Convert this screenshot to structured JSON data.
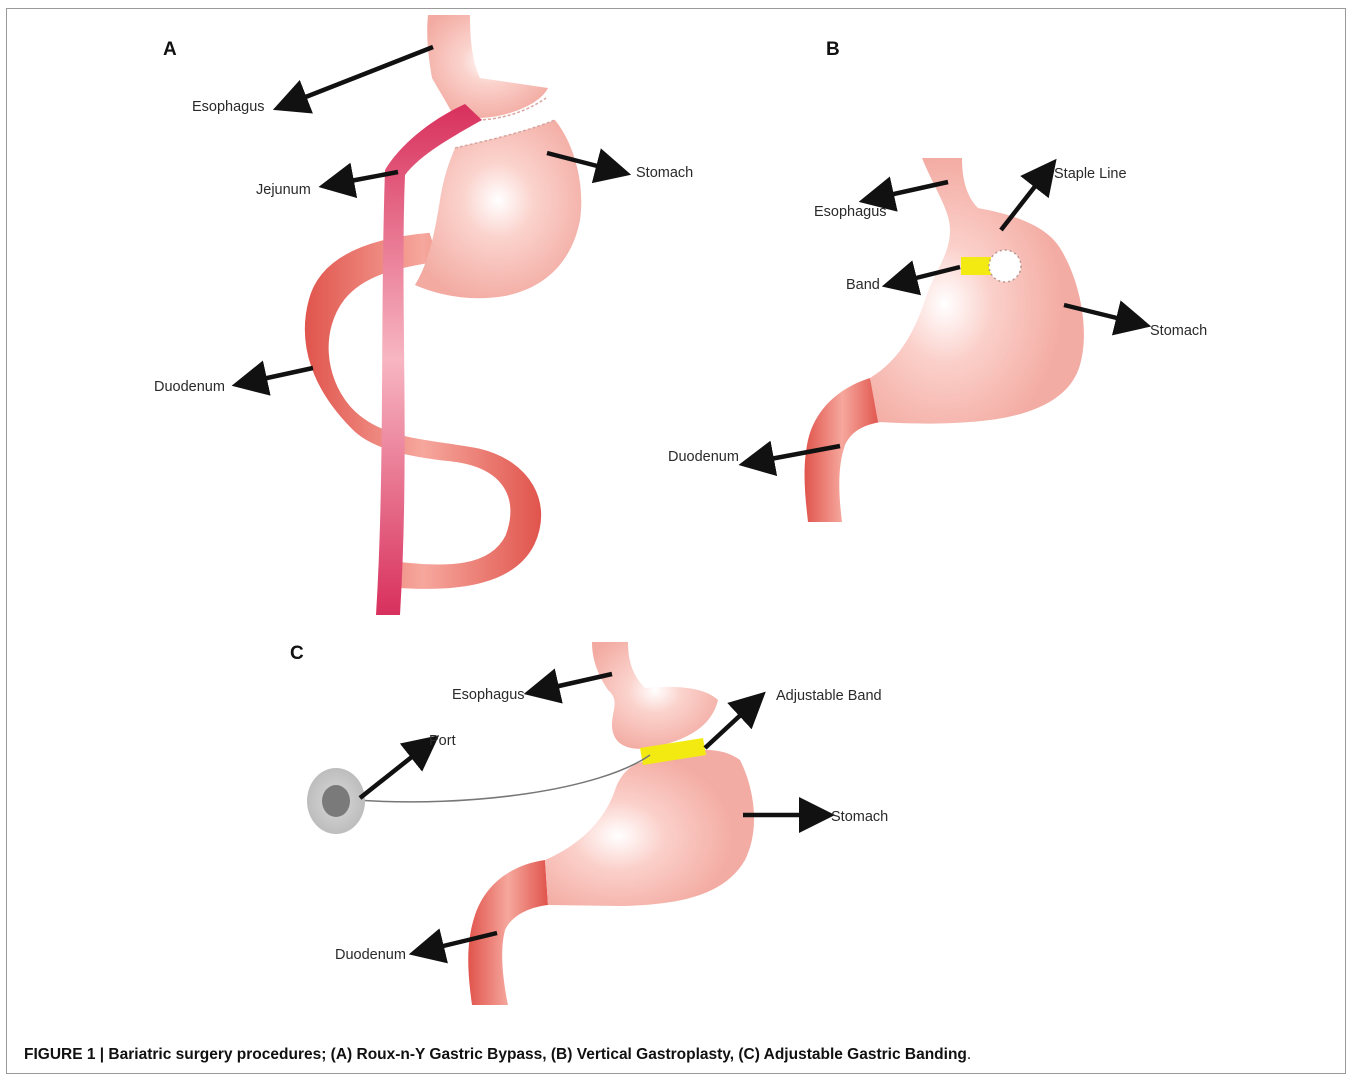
{
  "panels": {
    "a": {
      "letter": "A",
      "labels": {
        "esophagus": "Esophagus",
        "jejunum": "Jejunum",
        "stomach": "Stomach",
        "duodenum": "Duodenum"
      }
    },
    "b": {
      "letter": "B",
      "labels": {
        "staple_line": "Staple Line",
        "esophagus": "Esophagus",
        "band": "Band",
        "stomach": "Stomach",
        "duodenum": "Duodenum"
      }
    },
    "c": {
      "letter": "C",
      "labels": {
        "esophagus": "Esophagus",
        "adjustable_band": "Adjustable Band",
        "port": "Port",
        "stomach": "Stomach",
        "duodenum": "Duodenum"
      }
    }
  },
  "caption": {
    "bold": "FIGURE 1 | Bariatric surgery procedures; (A) Roux-n-Y Gastric Bypass, (B) Vertical Gastroplasty, (C) Adjustable Gastric Banding",
    "end": "."
  },
  "colors": {
    "stomach": "#f6b3ab",
    "intestine": "#e8625a",
    "jejunum": "#e0436a",
    "band": "#f3ea12",
    "arrow": "#111111",
    "port_outer": "#c8c8c8",
    "port_inner": "#7a7a7a"
  }
}
